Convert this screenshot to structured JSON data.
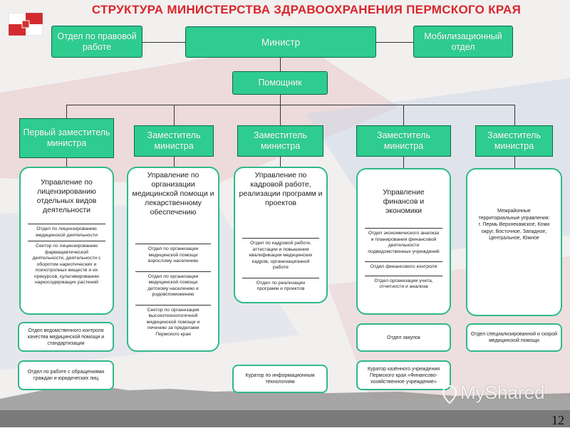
{
  "title": "СТРУКТУРА МИНИСТЕРСТВА ЗДРАВООХРАНЕНИЯ ПЕРМСКОГО КРАЯ",
  "page_number": "12",
  "watermark": "MyShared",
  "top": {
    "legal": "Отдел по правовой работе",
    "minister": "Министр",
    "mobilization": "Мобилизационный отдел",
    "assistant": "Помощник"
  },
  "deputies": [
    "Первый заместитель министра",
    "Заместитель министра",
    "Заместитель министра",
    "Заместитель министра",
    "Заместитель министра"
  ],
  "columns": [
    {
      "head": "Управление по лицензированию отдельных видов деятельности",
      "subs": [
        "Отдел по лицензированию медицинской деятельности",
        "Сектор по лицензированию фармацевтической деятельности, деятельности с оборотом наркотических и психотропных веществ и их прекурсов, культивированию наркосодержащих растений"
      ],
      "extras": [
        "Отдел ведомственного контроля качества медицинской помощи и стандартизации",
        "Отдел по работе с обращениями граждан и юридических лиц"
      ]
    },
    {
      "head": "Управление по организации медицинской помощи и лекарственному обеспечению",
      "subs": [
        "Отдел по организации медицинской помощи взрослому населению",
        "Отдел по организации медицинской помощи детскому населению и родовспоможению",
        "Сектор по организации высокотехнологичной медицинской помощи и лечению за пределами Пермского края"
      ],
      "extras": []
    },
    {
      "head": "Управление по кадровой работе, реализации программ и проектов",
      "subs": [
        "Отдел по кадровой работе, аттестации и повышения квалификации медицинских кадров, организационной работе",
        "Отдел по реализации программ и проектов"
      ],
      "extras": [
        "Куратор по информационным технологиям"
      ]
    },
    {
      "head": "Управление финансов и экономики",
      "subs": [
        "Отдел экономического анализа и планирования финансовой деятельности подведомственных учреждений",
        "Отдел финансового контроля",
        "Отдел организации учета, отчетности и анализа"
      ],
      "extras": [
        "Отдел закупок",
        "Куратор казённого учреждения Пермского края «Финансово-хозяйственное учреждение»"
      ]
    },
    {
      "head": "",
      "territorial": "Межрайонные территориальные управления: г. Пермь Верхнекамское, Коми округ, Восточное, Западное, Центральное, Южное",
      "subs": [],
      "extras": [
        "Отдел специализированной и скорой медицинской помощи"
      ]
    }
  ],
  "colors": {
    "title": "#d8262a",
    "box_fill": "#2ecc8f",
    "box_border": "#2fb98a"
  }
}
